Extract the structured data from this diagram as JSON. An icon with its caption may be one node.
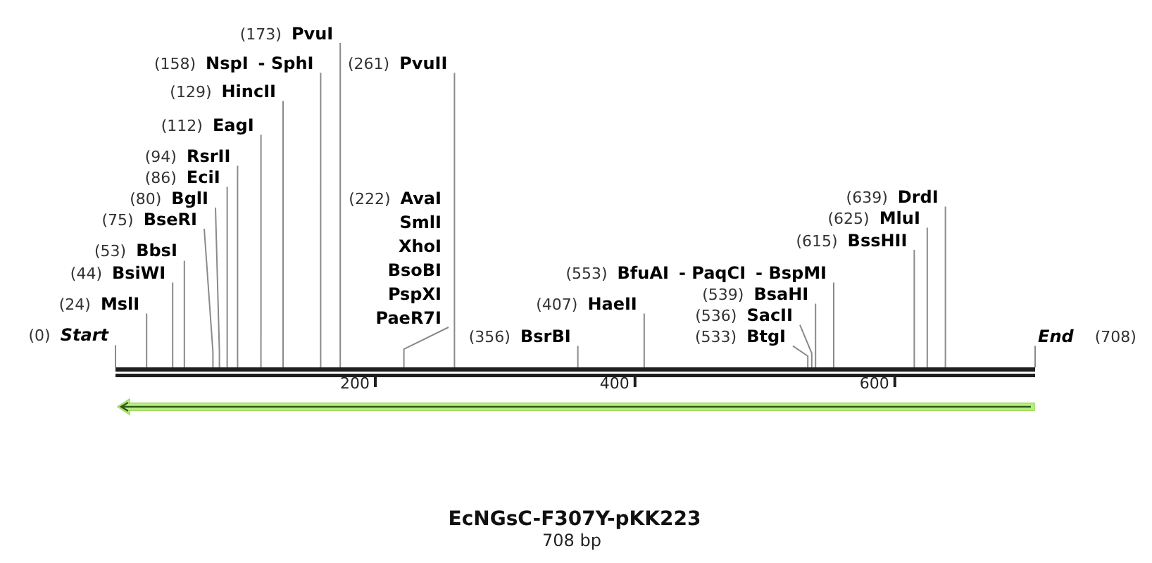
{
  "diagram": {
    "title": "EcNGsC-F307Y-pKK223",
    "caption": "708 bp",
    "nodes": [
      {
        "text": [
          "(173)",
          "PvuI"
        ]
      },
      {
        "text": [
          "(158)",
          "NspI",
          "- SphI"
        ]
      },
      {
        "text": [
          "(261)",
          "PvuII"
        ]
      },
      {
        "text": [
          "(129)",
          "HincII"
        ]
      },
      {
        "text": [
          "(112)",
          "EagI"
        ]
      },
      {
        "text": [
          "(94)",
          "RsrII"
        ]
      },
      {
        "text": [
          "(86)",
          "EciI"
        ]
      },
      {
        "text": [
          "(80)",
          "BglI"
        ]
      },
      {
        "text": [
          "(222)",
          "AvaI",
          "SmlI",
          "XhoI",
          "BsoBI",
          "PspXI",
          "PaeR7I"
        ]
      },
      {
        "text": [
          "(639)",
          "DrdI"
        ]
      },
      {
        "text": [
          "(75)",
          "BseRI"
        ]
      },
      {
        "text": [
          "(625)",
          "MluI"
        ]
      },
      {
        "text": [
          "(615)",
          "BssHII"
        ]
      },
      {
        "text": [
          "(53)",
          "BbsI"
        ]
      },
      {
        "text": [
          "(44)",
          "BsiWI"
        ]
      },
      {
        "text": [
          "(553)",
          "BfuAI",
          "- PaqCI",
          "- BspMI"
        ]
      },
      {
        "text": [
          "(539)",
          "BsaHI"
        ]
      },
      {
        "text": [
          "(24)",
          "MslI"
        ]
      },
      {
        "text": [
          "(407)",
          "HaeII"
        ]
      },
      {
        "text": [
          "(536)",
          "SacII"
        ]
      },
      {
        "text": [
          "(0)",
          "Start"
        ]
      },
      {
        "text": [
          "(356)",
          "BsrBI"
        ]
      },
      {
        "text": [
          "(533)",
          "BtgI"
        ]
      },
      {
        "text": [
          "End",
          "(708)"
        ]
      },
      {
        "text": [],
        "shape": "bar"
      },
      {
        "text": [],
        "shape": "arrow"
      }
    ],
    "edges": [
      {
        "from": 0,
        "to": 24,
        "arrow": "none"
      },
      {
        "from": 1,
        "to": 24,
        "arrow": "none"
      },
      {
        "from": 2,
        "to": 24,
        "arrow": "none"
      },
      {
        "from": 3,
        "to": 24,
        "arrow": "none"
      },
      {
        "from": 4,
        "to": 24,
        "arrow": "none"
      },
      {
        "from": 5,
        "to": 24,
        "arrow": "none"
      },
      {
        "from": 6,
        "to": 24,
        "arrow": "none"
      },
      {
        "from": 7,
        "to": 24,
        "arrow": "none"
      },
      {
        "from": 8,
        "to": 24,
        "arrow": "none"
      },
      {
        "from": 9,
        "to": 24,
        "arrow": "none"
      },
      {
        "from": 10,
        "to": 24,
        "arrow": "none"
      },
      {
        "from": 11,
        "to": 24,
        "arrow": "none"
      },
      {
        "from": 12,
        "to": 24,
        "arrow": "none"
      },
      {
        "from": 13,
        "to": 24,
        "arrow": "none"
      },
      {
        "from": 14,
        "to": 24,
        "arrow": "none"
      },
      {
        "from": 15,
        "to": 24,
        "arrow": "none"
      },
      {
        "from": 16,
        "to": 24,
        "arrow": "none"
      },
      {
        "from": 17,
        "to": 24,
        "arrow": "none"
      },
      {
        "from": 18,
        "to": 24,
        "arrow": "none"
      },
      {
        "from": 19,
        "to": 24,
        "arrow": "none"
      },
      {
        "from": 20,
        "to": 24,
        "arrow": "none"
      },
      {
        "from": 21,
        "to": 24,
        "arrow": "none"
      },
      {
        "from": 22,
        "to": 24,
        "arrow": "none"
      },
      {
        "from": 23,
        "to": 24,
        "arrow": "none"
      }
    ],
    "labels": [
      "200",
      "400",
      "600"
    ]
  }
}
